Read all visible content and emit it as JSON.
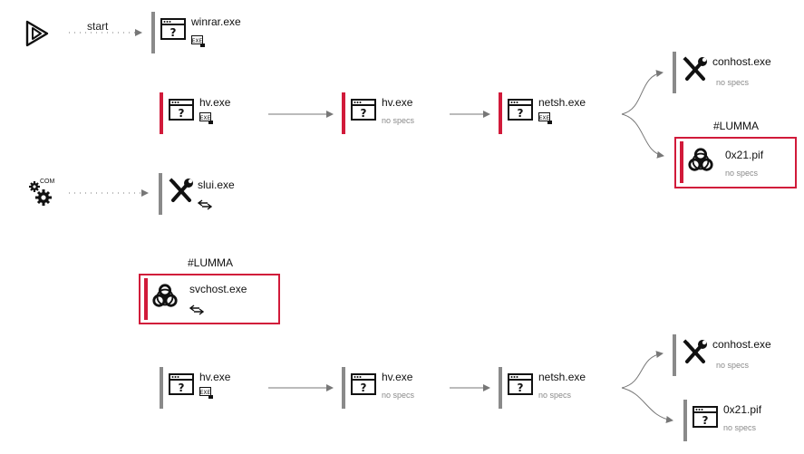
{
  "colors": {
    "malicious": "#d11a3a",
    "neutral": "#8a8a8a",
    "edge": "#777777"
  },
  "edges": {
    "start_label": "start"
  },
  "sources": [
    {
      "icon": "play-logo-icon"
    },
    {
      "icon": "com-gears-icon",
      "label": "COM"
    }
  ],
  "nodes": {
    "winrar": {
      "name": "winrar.exe",
      "icon": "window-question-icon",
      "badge": "exe-icon"
    },
    "hv1a": {
      "name": "hv.exe",
      "icon": "window-question-icon",
      "badge": "exe-icon"
    },
    "hv1b": {
      "name": "hv.exe",
      "icon": "window-question-icon",
      "spec": "no specs"
    },
    "netsh1": {
      "name": "netsh.exe",
      "icon": "window-question-icon",
      "badge": "exe-icon"
    },
    "conhost1": {
      "name": "conhost.exe",
      "icon": "tools-icon",
      "spec": "no specs"
    },
    "pif1": {
      "name": "0x21.pif",
      "icon": "biohazard-icon",
      "spec": "no specs",
      "tag": "#LUMMA"
    },
    "slui": {
      "name": "slui.exe",
      "icon": "tools-icon",
      "badge": "network-arrows-icon"
    },
    "svchost": {
      "name": "svchost.exe",
      "icon": "biohazard-icon",
      "badge": "network-arrows-icon",
      "tag": "#LUMMA"
    },
    "hv2a": {
      "name": "hv.exe",
      "icon": "window-question-icon",
      "badge": "exe-icon"
    },
    "hv2b": {
      "name": "hv.exe",
      "icon": "window-question-icon",
      "spec": "no specs"
    },
    "netsh2": {
      "name": "netsh.exe",
      "icon": "window-question-icon",
      "spec": "no specs"
    },
    "conhost2": {
      "name": "conhost.exe",
      "icon": "tools-icon",
      "spec": "no specs"
    },
    "pif2": {
      "name": "0x21.pif",
      "icon": "window-question-icon",
      "spec": "no specs"
    }
  }
}
